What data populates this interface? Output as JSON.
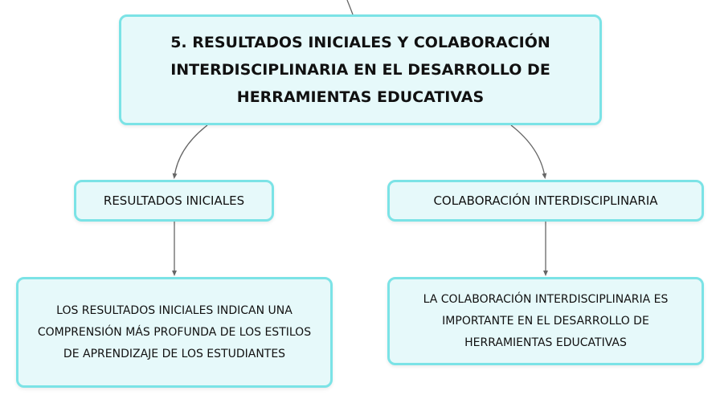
{
  "diagram": {
    "root": {
      "label": "5. RESULTADOS INICIALES Y COLABORACIÓN INTERDISCIPLINARIA EN EL DESARROLLO DE HERRAMIENTAS EDUCATIVAS"
    },
    "branches": [
      {
        "label": "RESULTADOS INICIALES",
        "child": "LOS RESULTADOS INICIALES INDICAN UNA COMPRENSIÓN MÁS PROFUNDA DE LOS ESTILOS DE APRENDIZAJE DE LOS ESTUDIANTES"
      },
      {
        "label": "COLABORACIÓN INTERDISCIPLINARIA",
        "child": "LA COLABORACIÓN INTERDISCIPLINARIA ES IMPORTANTE EN EL DESARROLLO DE HERRAMIENTAS EDUCATIVAS"
      }
    ],
    "colors": {
      "node_fill": "#e6f9fa",
      "node_border": "#7be3e6",
      "connector": "#666666",
      "text": "#111111"
    }
  }
}
